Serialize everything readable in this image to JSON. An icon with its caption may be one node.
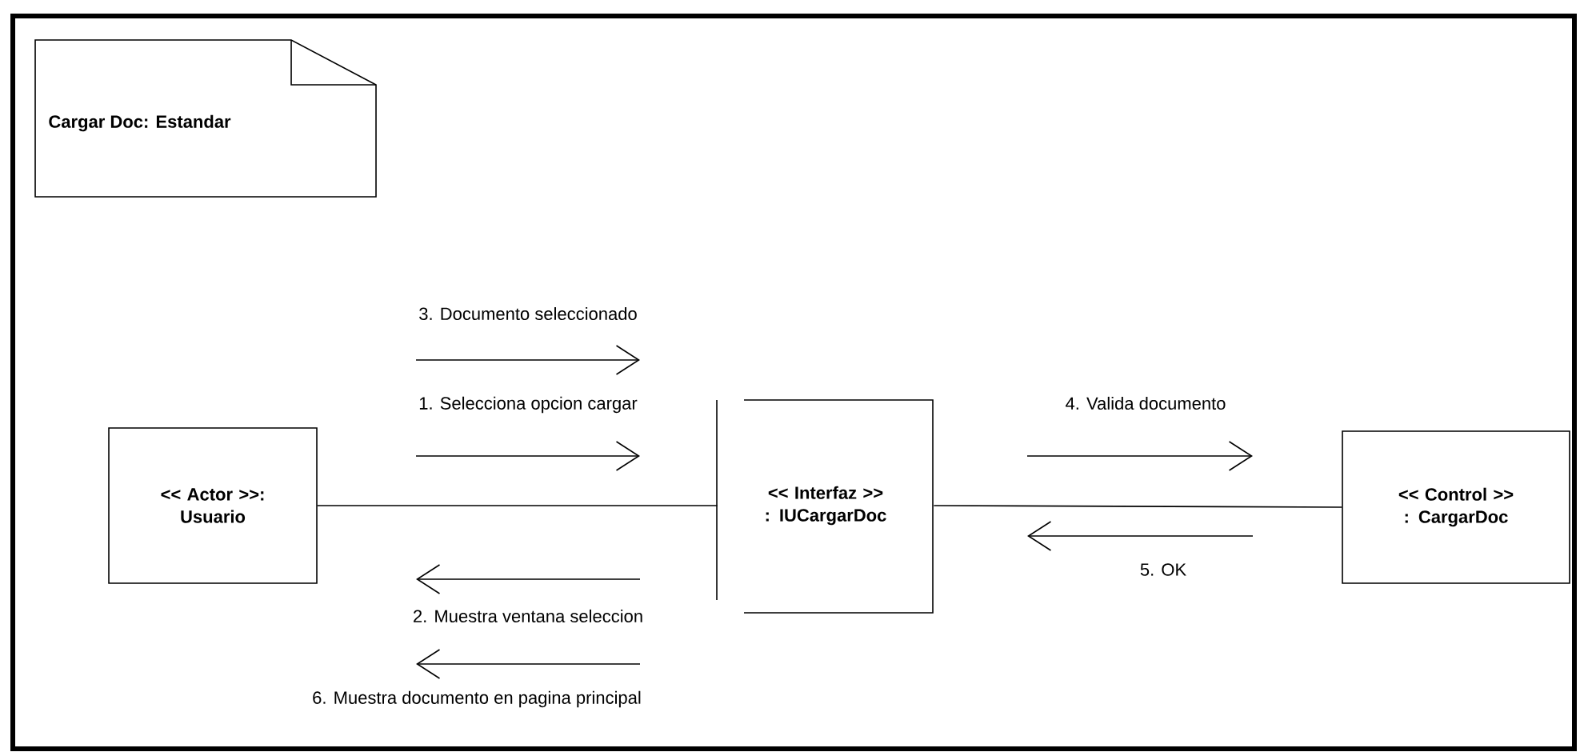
{
  "diagram": {
    "nodes": [
      {
        "text": [
          "Cargar Doc: Estandar"
        ]
      },
      {
        "text": [
          "<< Actor >>: Usuario"
        ]
      },
      {
        "text": [
          "<< Interfaz >> : IUCargarDoc"
        ]
      },
      {
        "text": [
          "<< Control >> : CargarDoc"
        ]
      }
    ],
    "edges": [
      {
        "from": 1,
        "to": 2,
        "arrow": "none"
      },
      {
        "from": 2,
        "to": 3,
        "arrow": "none"
      }
    ],
    "labels": [
      "3. Documento seleccionado",
      "1. Selecciona opcion cargar",
      "4. Valida documento",
      "2. Muestra ventana seleccion",
      "5. OK",
      "6. Muestra documento en pagina principal"
    ]
  }
}
